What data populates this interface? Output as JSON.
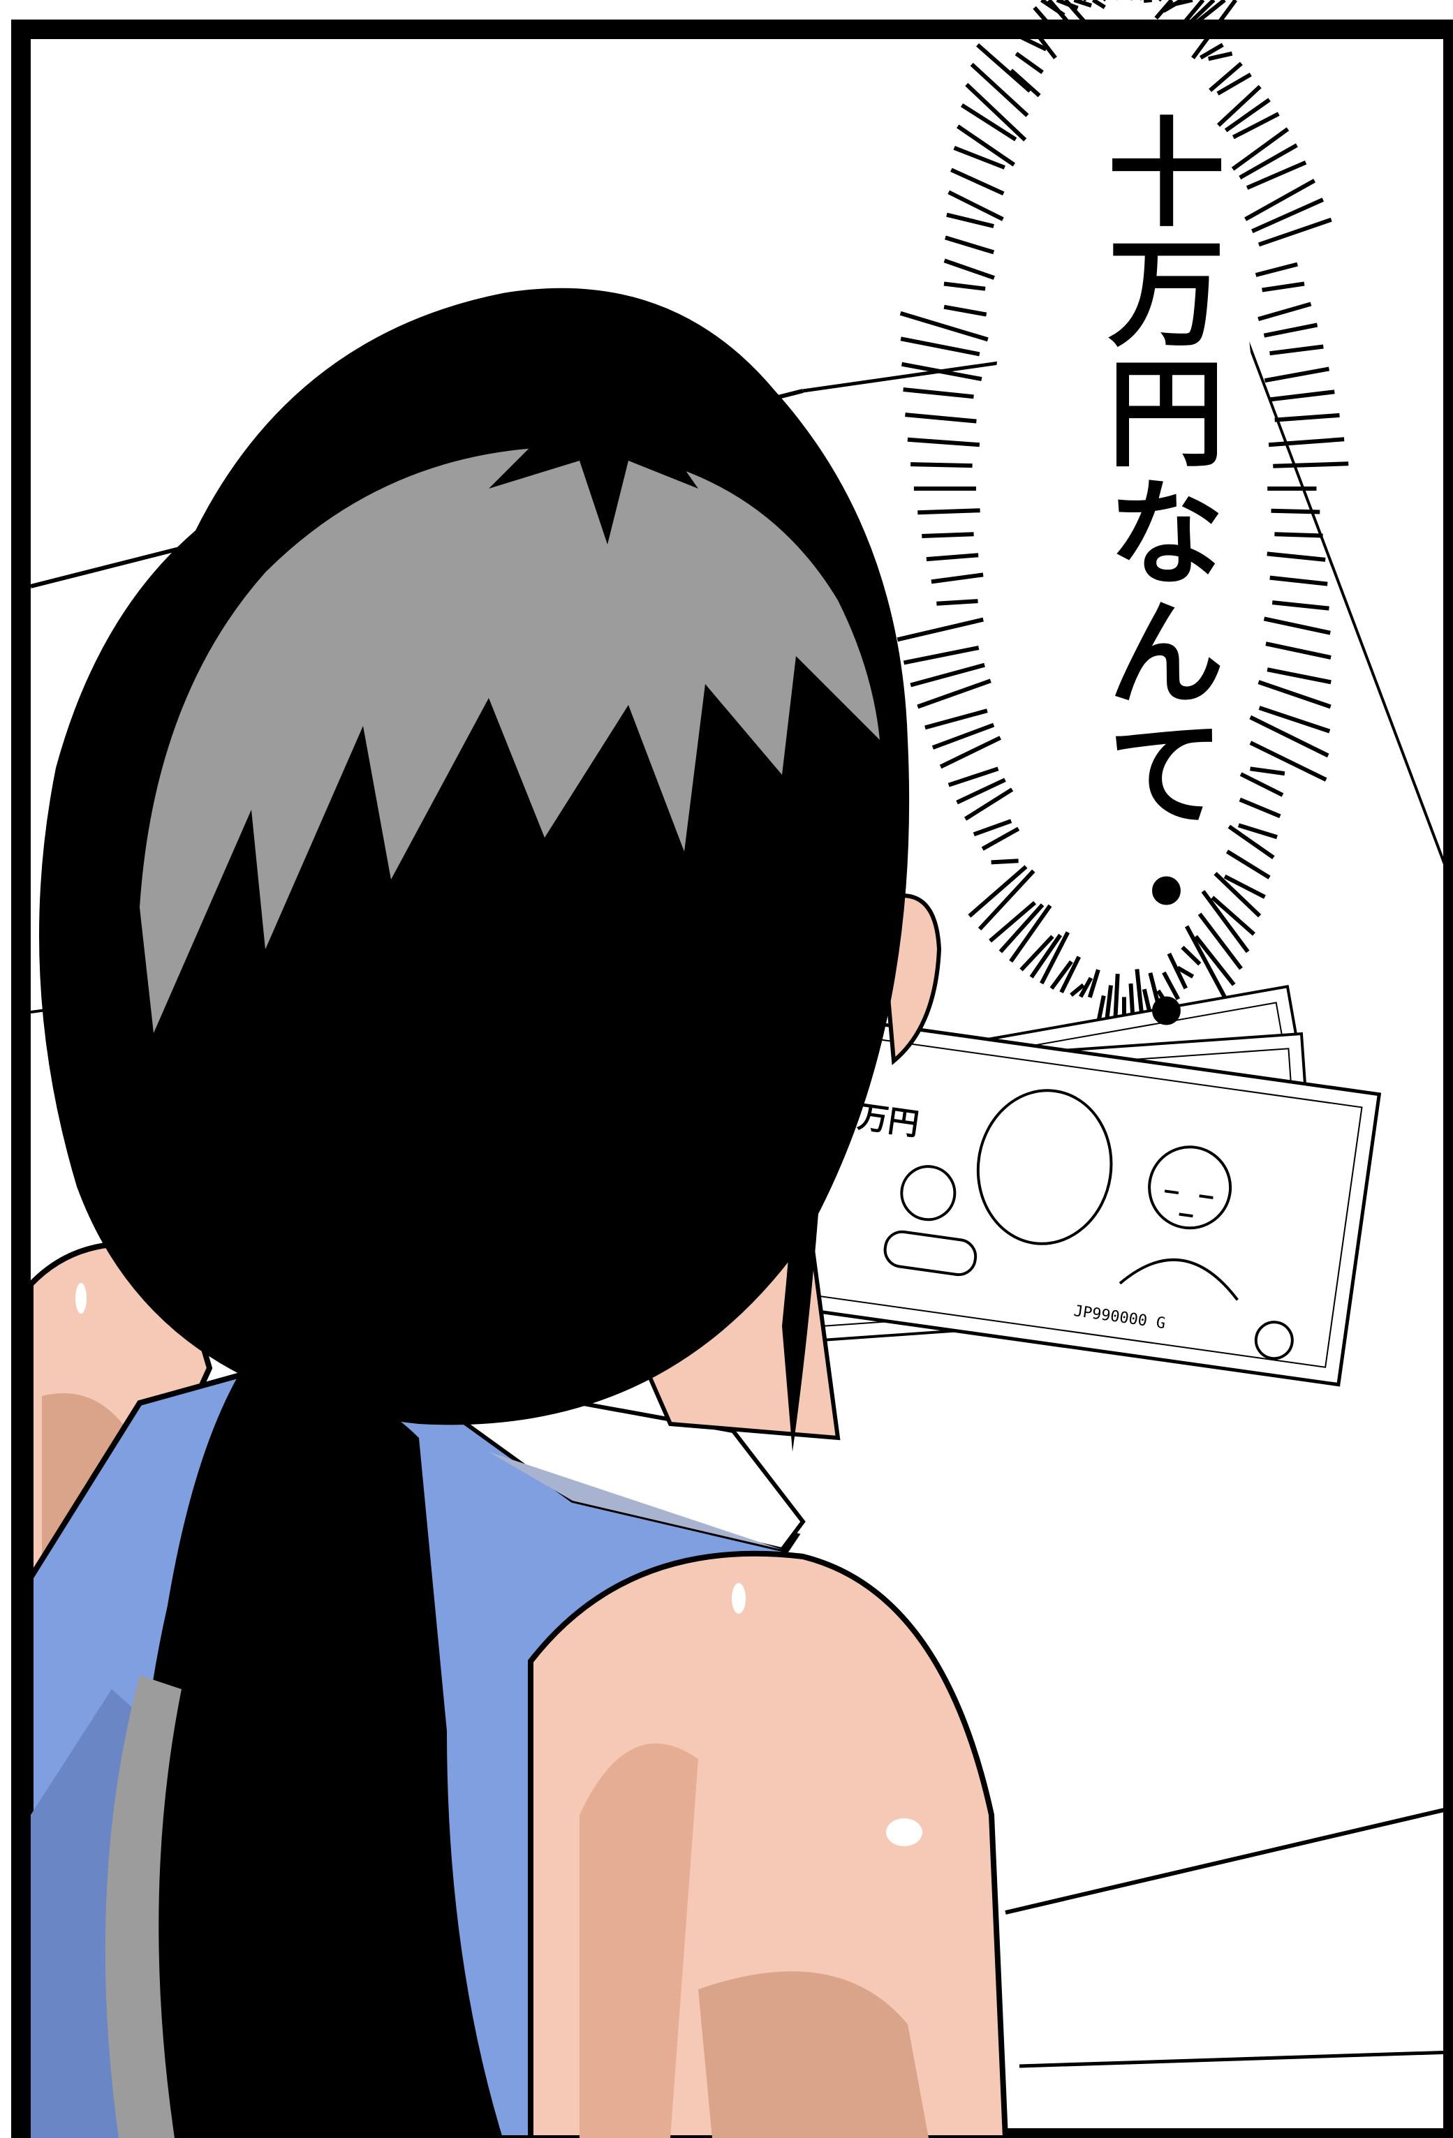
{
  "panel": {
    "speech_text": "十万円なんて・・",
    "banknote_serial": "JP990000 G",
    "banknote_denomination": "万円",
    "colors": {
      "hair": "#000000",
      "hair_highlight": "#9c9c9c",
      "skin": "#f6c9b6",
      "skin_shadow": "#d9a48a",
      "shirt": "#7f9fe0",
      "shirt_shadow": "#6a86c4",
      "collar": "#ffffff",
      "collar_shadow": "#a8b4cf",
      "background": "#ffffff"
    }
  }
}
